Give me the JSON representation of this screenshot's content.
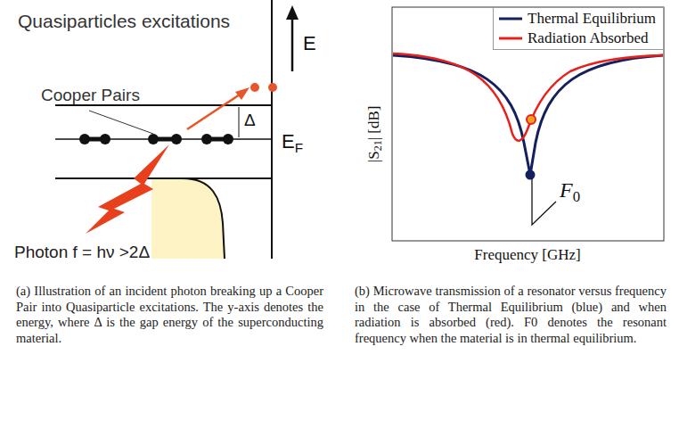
{
  "diagram": {
    "labels": [
      "Quasiparticles excitations",
      "E",
      "Cooper Pairs",
      "Δ",
      "E",
      "F",
      "Photon f = hν >2Δ",
      "(a) Illustration of an incident photon breaking up a Cooper Pair into Quasiparticle excitations. The y-axis denotes the energy, where Δ is the gap energy of the superconducting material.",
      "|S",
      "21",
      "| [dB]",
      "Frequency [GHz]",
      "F",
      "0",
      "(b) Microwave transmission of a resonator versus frequency in the case of Thermal Equilibrium (blue) and when radiation is absorbed (red). F0 denotes the resonant frequency when the material is in thermal equilibrium."
    ],
    "legend": [
      {
        "text": "Thermal Equilibrium"
      },
      {
        "text": "Radiation Absorbed"
      }
    ]
  }
}
